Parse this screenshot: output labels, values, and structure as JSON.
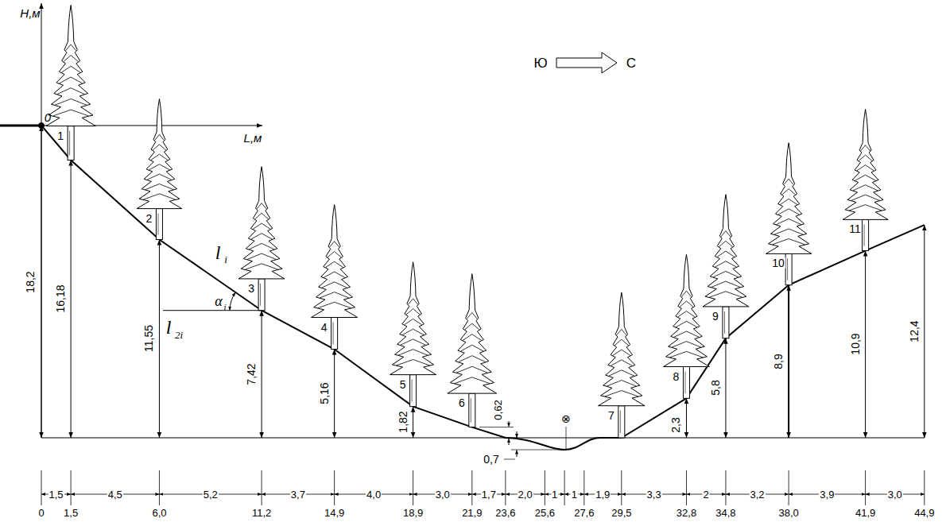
{
  "diagram": {
    "labels": [
      "H,м",
      "L,м",
      "0",
      "1",
      "2",
      "3",
      "4",
      "5",
      "6",
      "7",
      "8",
      "9",
      "10",
      "11",
      "l",
      "i",
      "α",
      "i",
      "l",
      "2i",
      "Ю",
      "С",
      "⊗",
      "18,2",
      "16,18",
      "11,55",
      "7,42",
      "5,16",
      "1,82",
      "0,62",
      "0,7",
      "2,3",
      "5,8",
      "8,9",
      "10,9",
      "12,4",
      "1,5",
      "4,5",
      "5,2",
      "3,7",
      "4,0",
      "3,0",
      "1,7",
      "2,0",
      "1",
      "1",
      "1,9",
      "3,3",
      "2",
      "3,2",
      "3,9",
      "3,0",
      "0",
      "1,5",
      "6,0",
      "11,2",
      "14,9",
      "18,9",
      "21,9",
      "23,6",
      "25,6",
      "27,6",
      "29,5",
      "32,8",
      "34,8",
      "38,0",
      "41,9",
      "44,9"
    ]
  }
}
